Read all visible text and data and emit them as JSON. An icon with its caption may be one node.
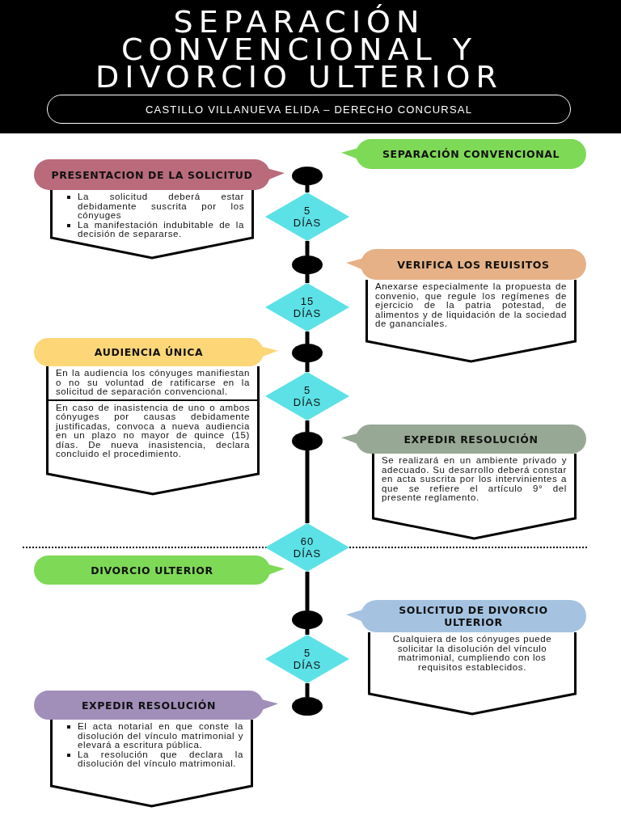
{
  "diagram": {
    "title": "SEPARACIÓN CONVENCIONAL Y DIVORCIO ULTERIOR",
    "nodes": [
      {
        "text": [
          "CASTILLO VILLANUEVA ELIDA – DERECHO CONCURSAL"
        ]
      },
      {
        "text": [
          "SEPARACIÓN CONVENCIONAL"
        ]
      },
      {
        "text": [
          "PRESENTACION DE LA SOLICITUD"
        ]
      },
      {
        "text": [
          "La solicitud deberá estar debidamente suscrita por los cónyuges",
          "La manifestación indubitable de la decisión de separarse."
        ]
      },
      {
        "text": [],
        "shape": "circle"
      },
      {
        "text": [
          "5 DÍAS"
        ]
      },
      {
        "text": [],
        "shape": "circle"
      },
      {
        "text": [
          "VERIFICA LOS REUISITOS"
        ]
      },
      {
        "text": [
          "Anexarse especialmente la propuesta de convenio, que regule los regímenes de ejercicio de la patria potestad, de alimentos y de liquidación de la sociedad de gananciales."
        ]
      },
      {
        "text": [
          "15 DÍAS"
        ]
      },
      {
        "text": [],
        "shape": "circle"
      },
      {
        "text": [
          "AUDIENCIA ÚNICA"
        ]
      },
      {
        "text": [
          "En la audiencia los cónyuges manifiestan o no su voluntad de ratificarse en la solicitud de separación convencional.",
          "En caso de inasistencia de uno o ambos cónyuges por causas debidamente justificadas, convoca a nueva audiencia en un plazo no mayor de quince (15) días. De nueva inasistencia, declara concluido el procedimiento."
        ]
      },
      {
        "text": [
          "5 DÍAS"
        ]
      },
      {
        "text": [],
        "shape": "circle"
      },
      {
        "text": [
          "EXPEDIR RESOLUCIÓN"
        ]
      },
      {
        "text": [
          "Se realizará en un ambiente privado y adecuado. Su desarrollo deberá constar en acta suscrita por los intervinientes a que se refiere el artículo 9° del presente reglamento."
        ]
      },
      {
        "text": [
          "60 DÍAS"
        ]
      },
      {
        "text": [
          "DIVORCIO ULTERIOR"
        ]
      },
      {
        "text": [],
        "shape": "circle"
      },
      {
        "text": [
          "SOLICITUD DE DIVORCIO ULTERIOR"
        ]
      },
      {
        "text": [
          "Cualquiera de los cónyuges puede solicitar la disolución del vínculo matrimonial, cumpliendo con los requisitos establecidos."
        ]
      },
      {
        "text": [
          "5 DÍAS"
        ]
      },
      {
        "text": [],
        "shape": "circle"
      },
      {
        "text": [
          "EXPEDIR RESOLUCIÓN"
        ]
      },
      {
        "text": [
          "El acta notarial en que conste la disolución del vínculo matrimonial y elevará a escritura pública.",
          "La resolución que declara la disolución del vínculo matrimonial."
        ]
      }
    ],
    "edges": [
      {
        "from": 4,
        "to": 5,
        "arrow": "none"
      },
      {
        "from": 5,
        "to": 6,
        "arrow": "none"
      },
      {
        "from": 6,
        "to": 9,
        "arrow": "none"
      },
      {
        "from": 9,
        "to": 10,
        "arrow": "none"
      },
      {
        "from": 10,
        "to": 13,
        "arrow": "none"
      },
      {
        "from": 13,
        "to": 14,
        "arrow": "none"
      },
      {
        "from": 14,
        "to": 17,
        "arrow": "none"
      },
      {
        "from": 17,
        "to": 19,
        "arrow": "none"
      },
      {
        "from": 19,
        "to": 22,
        "arrow": "none"
      },
      {
        "from": 22,
        "to": 23,
        "arrow": "none"
      }
    ]
  }
}
